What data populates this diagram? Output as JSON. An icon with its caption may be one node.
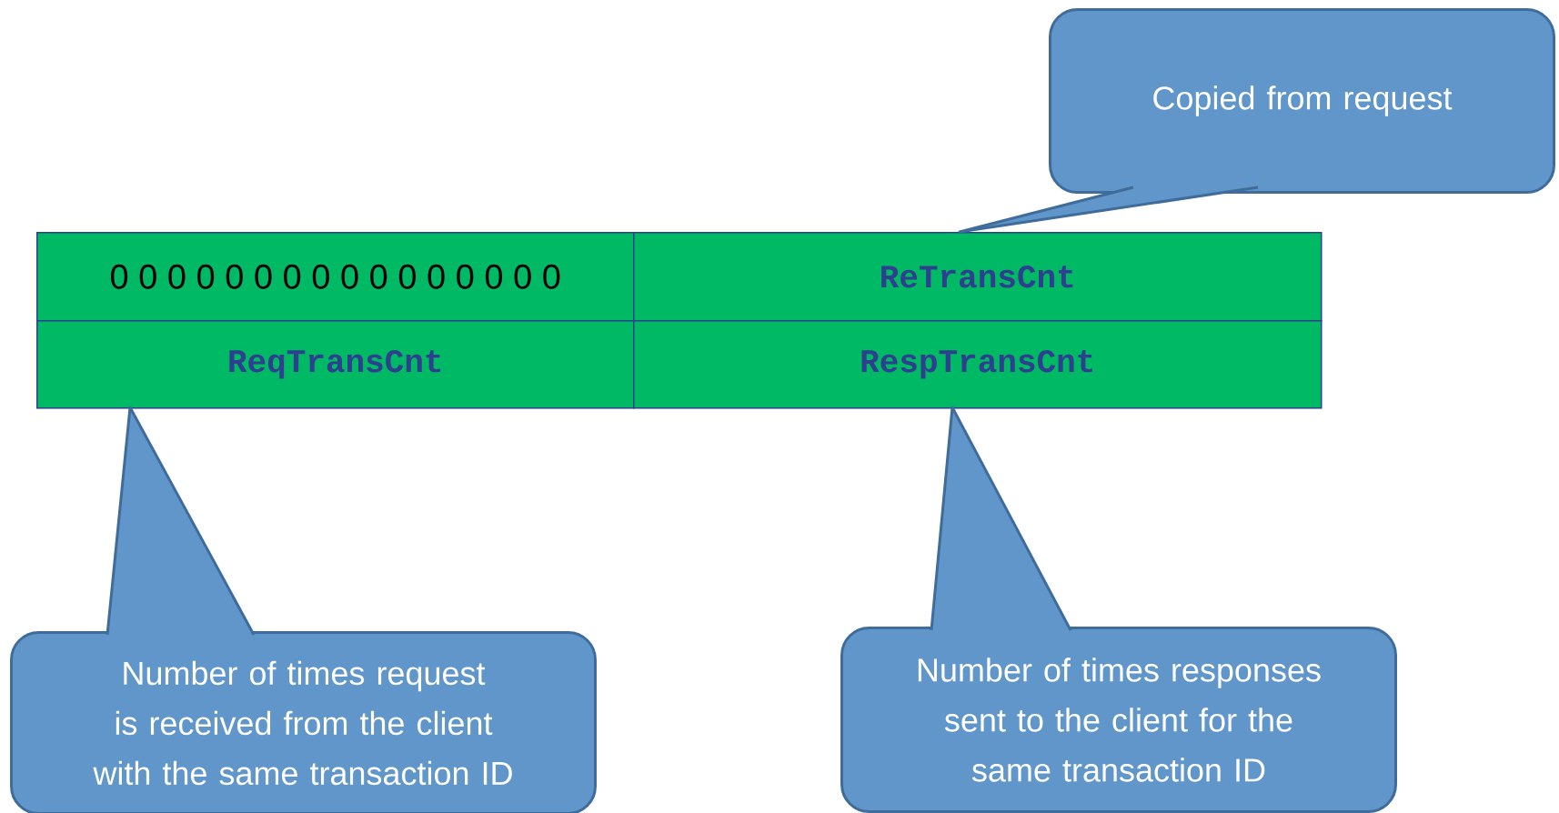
{
  "diagram": {
    "nodes": [
      {
        "text": [
          "0 0 0 0 0 0 0 0 0 0 0 0 0 0 0 0"
        ]
      },
      {
        "text": [
          "ReTransCnt"
        ]
      },
      {
        "text": [
          "ReqTransCnt"
        ]
      },
      {
        "text": [
          "RespTransCnt"
        ]
      },
      {
        "text": [
          "Copied from request"
        ]
      },
      {
        "text": [
          "Number of times request is received from  the client with the same transaction ID"
        ]
      },
      {
        "text": [
          "Number of times responses sent to the client for the same transaction ID"
        ]
      }
    ]
  }
}
